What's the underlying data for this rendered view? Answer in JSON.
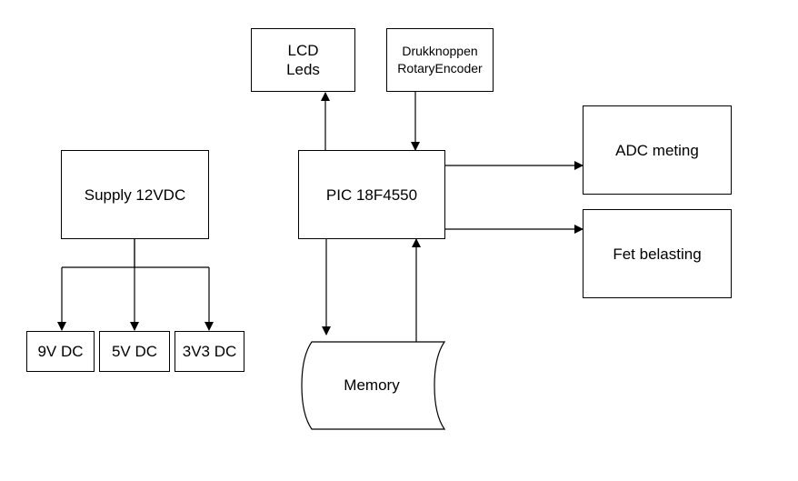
{
  "diagram": {
    "lcd": {
      "line1": "LCD",
      "line2": "Leds"
    },
    "buttons": {
      "line1": "Drukknoppen",
      "line2": "RotaryEncoder"
    },
    "pic": {
      "label": "PIC 18F4550"
    },
    "adc": {
      "label": "ADC meting"
    },
    "fet": {
      "label": "Fet belasting"
    },
    "supply": {
      "label": "Supply 12VDC"
    },
    "v9": {
      "label": "9V DC"
    },
    "v5": {
      "label": "5V DC"
    },
    "v3v3": {
      "label": "3V3 DC"
    },
    "memory": {
      "label": "Memory"
    }
  },
  "colors": {
    "stroke": "#000000",
    "fill": "#ffffff"
  }
}
